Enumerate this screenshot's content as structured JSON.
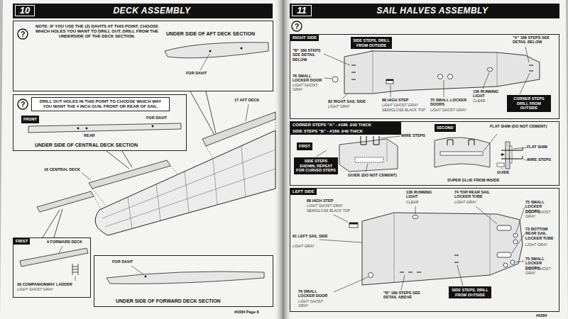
{
  "diagram": {
    "nodes": [
      {
        "text": [
          "10",
          "DECK ASSEMBLY"
        ]
      },
      {
        "text": [
          "NOTE: IF YOU USE THE (2) DAVITS AT THIS POINT, CHOOSE WHICH HOLES YOU WANT TO DRILL OUT. DRILL FROM THE UNDERSIDE OF THE DECK SECTION.",
          "UNDER SIDE OF AFT DECK SECTION"
        ]
      },
      {
        "text": [
          "?"
        ],
        "in": 1
      },
      {
        "text": [
          "UNDER SIDE OF CENTRAL DECK SECTION"
        ]
      },
      {
        "text": [
          "?"
        ],
        "in": 3
      },
      {
        "text": [
          "DRILL OUT HOLES IN THIS POINT TO CHOOSE WHICH WAY YOU WANT THE 4 INCH GUN, FRONT OR REAR OF SAIL."
        ],
        "in": 3
      },
      {
        "text": [
          "FRONT"
        ],
        "in": 3
      },
      {
        "text": [
          "FIRST"
        ]
      },
      {
        "text": [
          "UNDER SIDE OF FORWARD DECK SECTION"
        ]
      },
      {
        "text": [
          "11",
          "SAIL HALVES ASSEMBLY"
        ]
      },
      {
        "text": [
          "?"
        ]
      },
      {
        "text": [
          "RIGHT SIDE"
        ]
      },
      {
        "text": [
          "SIDE STEPS, DRILL FROM OUTSIDE"
        ],
        "in": 11
      },
      {
        "text": [
          "CORNER STEPS DRILL FROM OUTSIDE"
        ],
        "in": 11
      },
      {
        "text": [
          "CORNER STEPS \"A\" - #188 .030 THICK",
          "SIDE STEPS \"B\" - #189 .040 THICK"
        ]
      },
      {
        "text": [
          "FIRST"
        ],
        "in": 14
      },
      {
        "text": [
          "SECOND"
        ],
        "in": 14
      },
      {
        "text": [
          "SIDE STEPS SHOWN, REPEAT FOR CURVED STEPS"
        ],
        "in": 14
      },
      {
        "text": [
          "LEFT SIDE"
        ]
      },
      {
        "text": [
          "SIDE STEPS, DRILL FROM OUTSIDE"
        ],
        "in": 18
      }
    ],
    "labels": [
      "FOR DAVIT",
      "FOR DAVIT",
      "REAR",
      "17 AFT DECK",
      "16 CENTRAL DECK",
      "9 FORWARD DECK",
      "39 COMPANIONWAY LADDER",
      "LIGHT GHOST GRAY",
      "FOR DAVIT",
      "#0384 Page 8",
      "\"B\" 189 STEPS SEE DETAIL BELOW",
      "\"A\" 188 STEPS SEE DETAIL BELOW",
      "76 SMALL LOCKER DOOR",
      "LIGHT GHOST GRAY",
      "82 RIGHT SAIL SIDE",
      "LIGHT GRAY",
      "88 HIGH STEP",
      "LIGHT GHOST GRAY",
      "SEMIGLOSS BLACK TOP",
      "75 SMALL LOCKER DOORS",
      "LIGHT GHOST GRAY",
      "136 RUNNING LIGHT",
      "CLEAR",
      "WIRE STEPS",
      "GUIDE (DO NOT CEMENT)",
      "FLAT SHIM (DO NOT CEMENT)",
      "FLAT SHIM",
      "WIRE STEPS",
      "GUIDE",
      "SUPER GLUE FROM INSIDE",
      "88 HIGH STEP",
      "LIGHT GHOST GRAY",
      "SEMIGLOSS BLACK TOP",
      "81 LEFT SAIL SIDE",
      "LIGHT GRAY",
      "136 RUNNING LIGHT",
      "CLEAR",
      "74 TOP REAR SAIL LOCKER TUBE",
      "LIGHT GRAY",
      "75 SMALL LOCKER DOORS",
      "LIGHT GHOST GRAY",
      "73 BOTTOM REAR SAIL LOCKER TUBE",
      "LIGHT GRAY",
      "75 SMALL LOCKER DOORS",
      "LIGHT GHOST GRAY",
      "76 SMALL LOCKER DOOR",
      "LIGHT GHOST GRAY",
      "\"B\" 189 STEPS SEE DETAIL ABOVE",
      "#0384"
    ]
  }
}
